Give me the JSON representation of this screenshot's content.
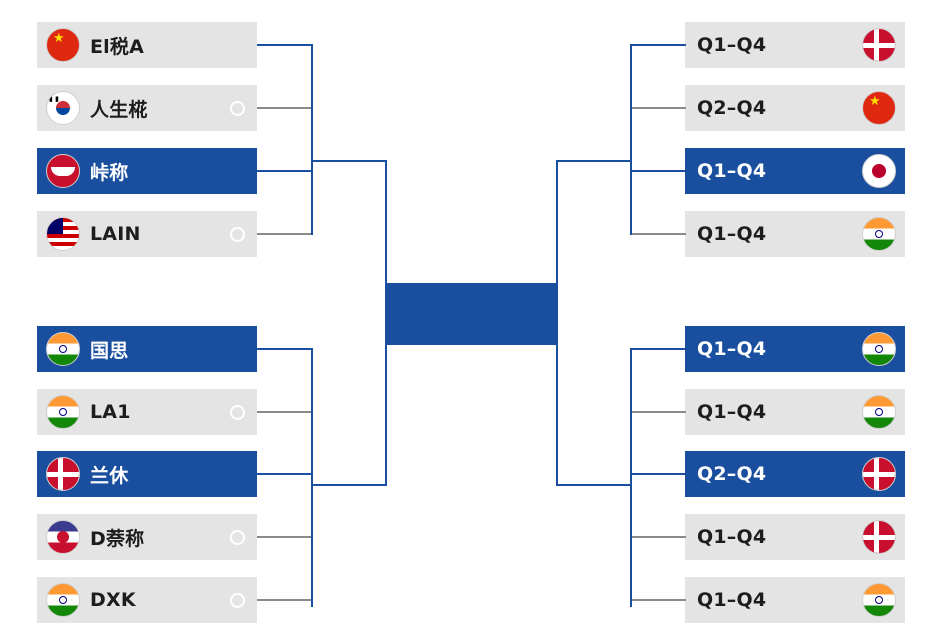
{
  "left_bracket": [
    {
      "label": "El税A",
      "flag": "china-flag",
      "highlight": false,
      "radio": false
    },
    {
      "label": "人生椛",
      "flag": "south-korea-flag",
      "highlight": false,
      "radio": true
    },
    {
      "label": "峠称",
      "flag": "red-ship-flag",
      "highlight": true,
      "radio": false
    },
    {
      "label": "LAIN",
      "flag": "malaysia-flag",
      "highlight": false,
      "radio": true
    },
    {
      "label": "国思",
      "flag": "india-flag",
      "highlight": true,
      "radio": false
    },
    {
      "label": "LA1",
      "flag": "india-flag",
      "highlight": false,
      "radio": true
    },
    {
      "label": "兰休",
      "flag": "denmark-flag",
      "highlight": true,
      "radio": false
    },
    {
      "label": "D萘称",
      "flag": "mixed-flag",
      "highlight": false,
      "radio": true
    },
    {
      "label": "DXK",
      "flag": "india-flag",
      "highlight": false,
      "radio": true
    }
  ],
  "right_bracket": [
    {
      "label": "Q1–Q4",
      "flag": "denmark-flag",
      "highlight": false
    },
    {
      "label": "Q2–Q4",
      "flag": "china-flag",
      "highlight": false
    },
    {
      "label": "Q1–Q4",
      "flag": "japan-flag",
      "highlight": true
    },
    {
      "label": "Q1–Q4",
      "flag": "india-flag",
      "highlight": false
    },
    {
      "label": "Q1–Q4",
      "flag": "india-flag",
      "highlight": true
    },
    {
      "label": "Q1–Q4",
      "flag": "india-flag",
      "highlight": false
    },
    {
      "label": "Q2–Q4",
      "flag": "denmark-flag",
      "highlight": true
    },
    {
      "label": "Q1–Q4",
      "flag": "denmark-flag",
      "highlight": false
    },
    {
      "label": "Q1–Q4",
      "flag": "india-flag",
      "highlight": false
    }
  ],
  "colors": {
    "accent": "#1a4fa0",
    "slot": "#e4e4e4",
    "connector_gray": "#8a8a8a"
  }
}
